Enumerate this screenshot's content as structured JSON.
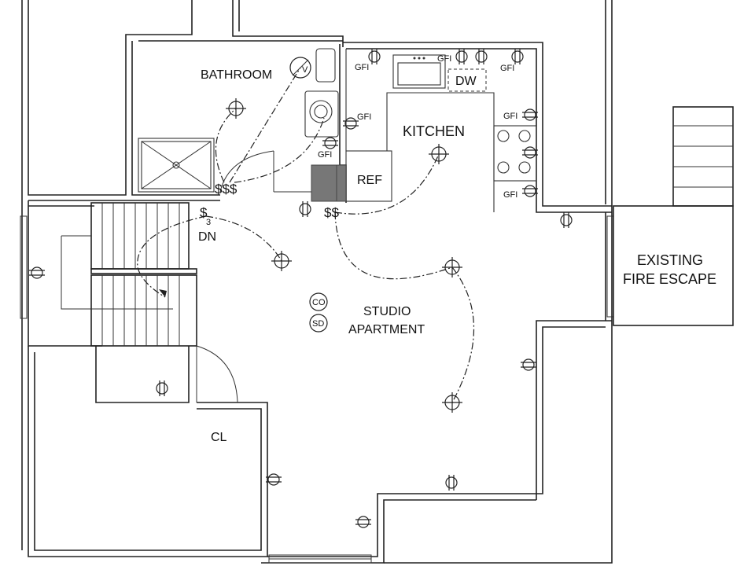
{
  "rooms": {
    "bathroom": "BATHROOM",
    "kitchen": "KITCHEN",
    "studio_line1": "STUDIO",
    "studio_line2": "APARTMENT",
    "closet": "CL",
    "fire_escape_line1": "EXISTING",
    "fire_escape_line2": "FIRE ESCAPE"
  },
  "fixtures": {
    "refrigerator": "REF",
    "dishwasher": "DW",
    "stair_direction": "DN",
    "carbon_monoxide": "CO",
    "smoke_detector": "SD",
    "vent_fan": "V"
  },
  "switches": {
    "bathroom_bank": "$$$",
    "kitchen_bank": "$$",
    "stair_switch": "$",
    "stair_subscript": "3"
  },
  "outlets": {
    "gfi_label": "GFI"
  }
}
